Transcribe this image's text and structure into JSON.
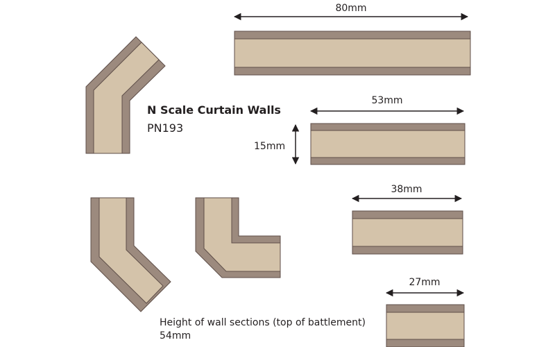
{
  "colors": {
    "face": "#d4c3aa",
    "edge": "#9c8a7e",
    "outline": "#5e4e48",
    "arrow": "#231f20",
    "text": "#231f20",
    "background": "#ffffff"
  },
  "product": {
    "title": "N Scale Curtain Walls",
    "code": "PN193"
  },
  "dimensions": {
    "wall_80": "80mm",
    "wall_53": "53mm",
    "wall_38": "38mm",
    "wall_27": "27mm",
    "height_15": "15mm"
  },
  "note": {
    "line1": "Height of wall sections (top of battlement)",
    "line2": "54mm"
  }
}
